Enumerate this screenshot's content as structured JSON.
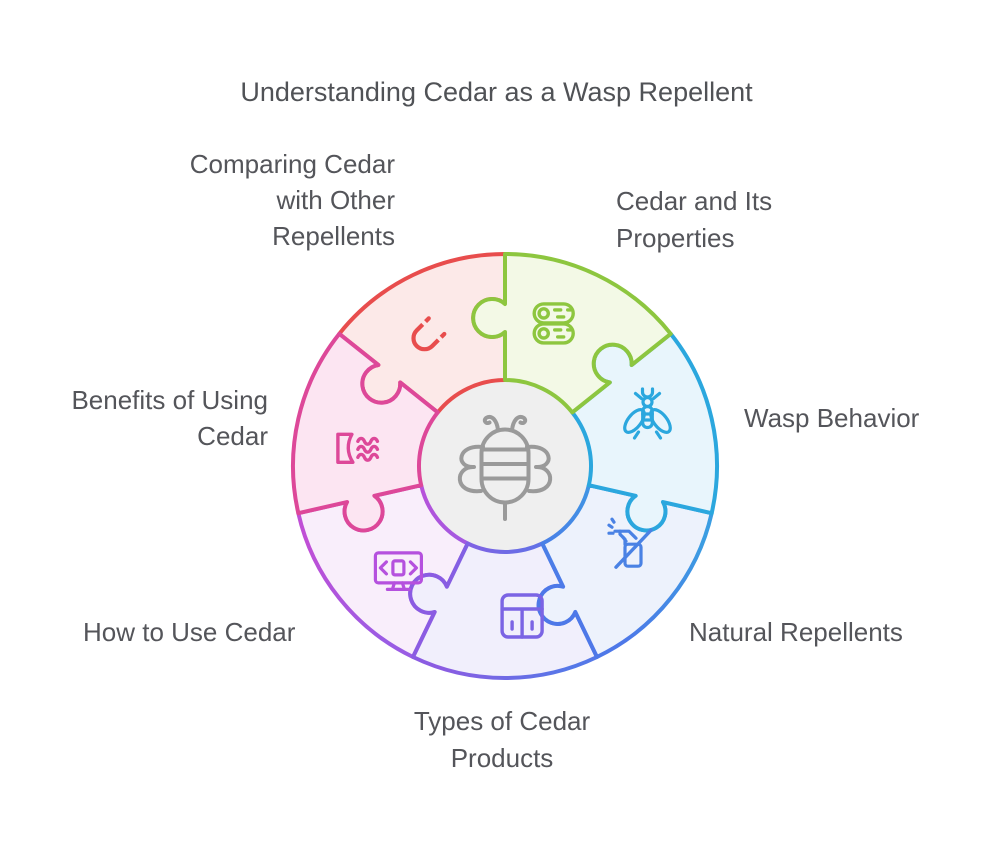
{
  "title": "Understanding Cedar as a Wasp Repellent",
  "text_color": "#54555a",
  "center": {
    "icon": "bee-icon",
    "fill": "#efefef",
    "icon_color": "#9a9a9a"
  },
  "segments": [
    {
      "label": "Cedar and Its Properties",
      "icon": "cedar-logs-icon",
      "color": "#8dc63f",
      "fill": "#f3f9e6"
    },
    {
      "label": "Wasp Behavior",
      "icon": "wasp-icon",
      "color": "#2ba7de",
      "fill": "#e8f5fc"
    },
    {
      "label": "Natural Repellents",
      "icon": "no-spray-icon",
      "color": "#4e78e8",
      "color2": "#3b9de2",
      "icon_color": "#4a82e4",
      "fill": "#edf2fc"
    },
    {
      "label": "Types of Cedar Products",
      "icon": "drawers-icon",
      "color": "#8b5ce2",
      "color2": "#5578e8",
      "icon_color": "#7b64e4",
      "fill": "#f1effc"
    },
    {
      "label": "How to Use Cedar",
      "icon": "code-monitor-icon",
      "color": "#c04fd6",
      "color2": "#9a5ce4",
      "icon_color": "#b551de",
      "fill": "#f9eefb"
    },
    {
      "label": "Benefits of Using Cedar",
      "icon": "dam-water-icon",
      "color": "#dd4899",
      "fill": "#fce5f2"
    },
    {
      "label": "Comparing Cedar with Other Repellents",
      "icon": "magnet-icon",
      "color": "#e84d4d",
      "fill": "#fce9e8"
    }
  ]
}
